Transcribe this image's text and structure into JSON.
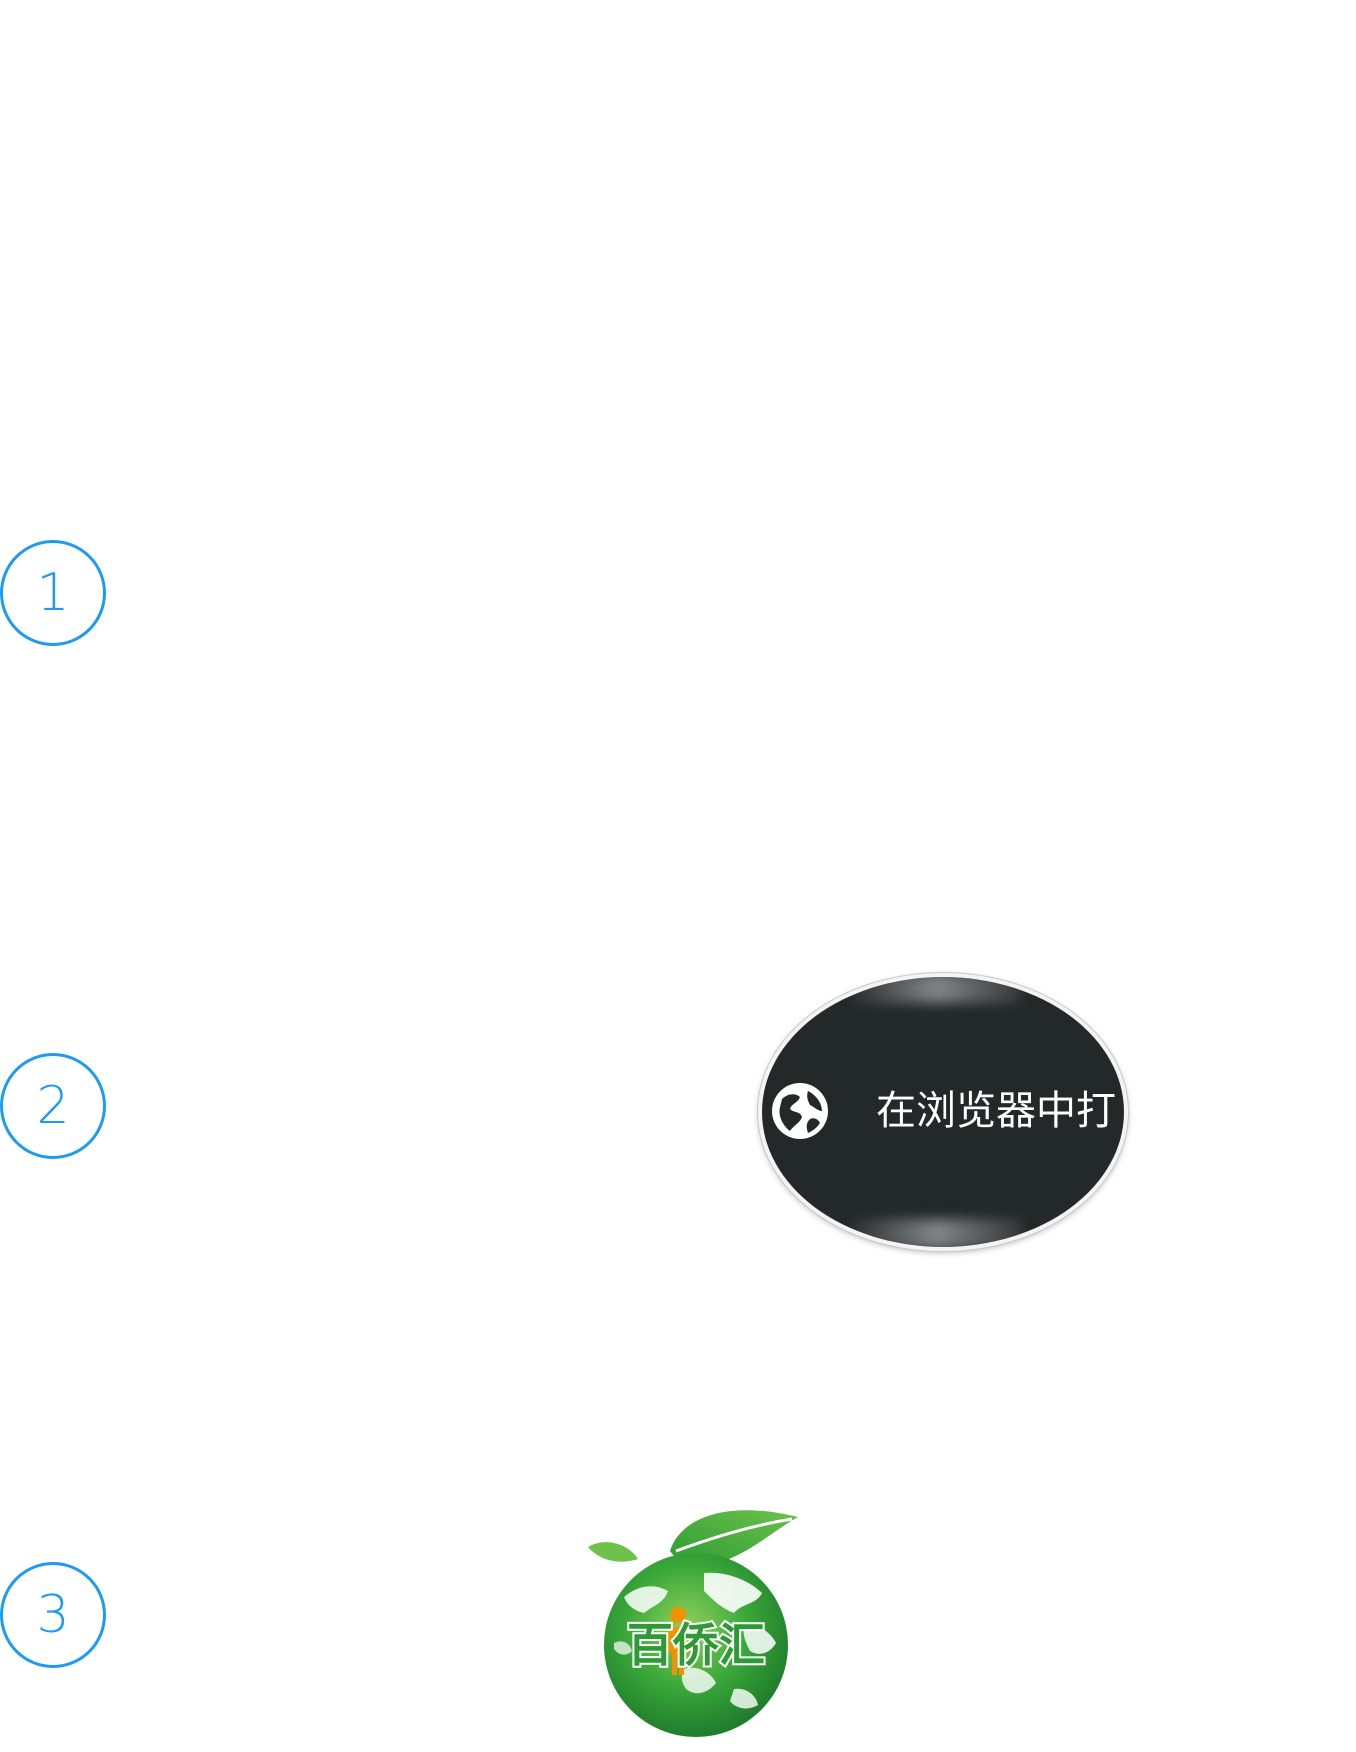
{
  "steps": [
    {
      "number": "1"
    },
    {
      "number": "2"
    },
    {
      "number": "3"
    }
  ],
  "magnifier": {
    "menu_item_label": "在浏览器中打",
    "icon": "globe-icon",
    "background_color": "#232829"
  },
  "logo": {
    "text": "百侨汇",
    "icon": "leaf-globe-logo",
    "colors": {
      "green": "#2e9a35",
      "orange": "#f39200"
    }
  },
  "accent_color": "#1e9bf0"
}
